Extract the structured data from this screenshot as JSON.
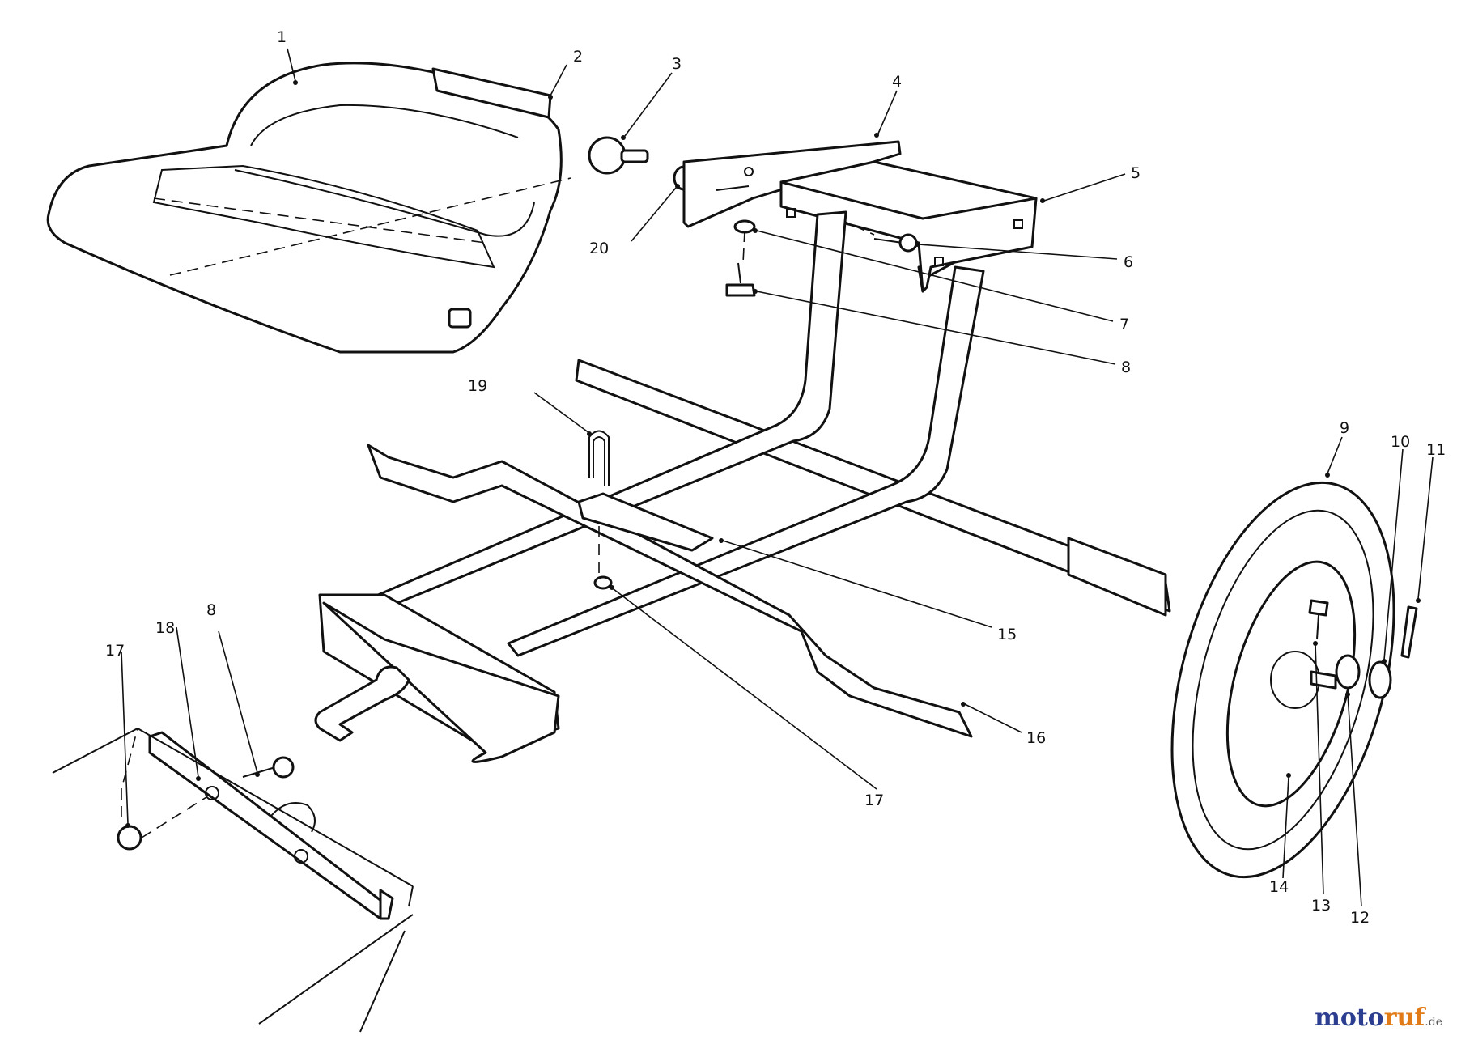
{
  "diagram": {
    "callouts": {
      "c1": "1",
      "c2": "2",
      "c3": "3",
      "c4": "4",
      "c5": "5",
      "c6": "6",
      "c7": "7",
      "c8a": "8",
      "c8b": "8",
      "c9": "9",
      "c10": "10",
      "c11": "11",
      "c12": "12",
      "c13": "13",
      "c14": "14",
      "c15": "15",
      "c16": "16",
      "c17a": "17",
      "c17b": "17",
      "c18": "18",
      "c19": "19",
      "c20": "20"
    }
  },
  "watermark": {
    "part1": "moto",
    "part2": "ruf",
    "suffix": ".de"
  }
}
